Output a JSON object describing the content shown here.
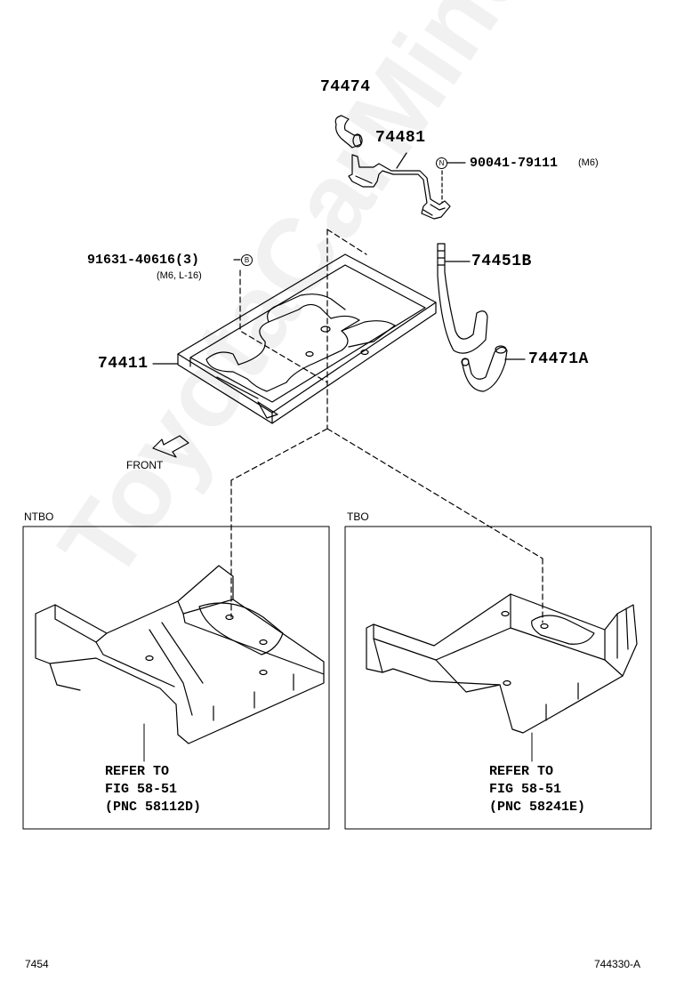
{
  "watermark": "ToyotaCarMine.ru",
  "parts": {
    "p74474": "74474",
    "p74481": "74481",
    "p90041": "90041-79111",
    "p90041_spec": "(M6)",
    "p90041_marker": "N",
    "p91631": "91631-40616(3)",
    "p91631_spec": "(M6, L-16)",
    "p91631_marker": "B",
    "p74451b": "74451B",
    "p74411": "74411",
    "p74471a": "74471A"
  },
  "front_label": "FRONT",
  "panels": {
    "left": {
      "tag": "NTBO",
      "refer": "REFER TO\nFIG 58-51\n(PNC 58112D)"
    },
    "right": {
      "tag": "TBO",
      "refer": "REFER TO\nFIG 58-51\n(PNC 58241E)"
    }
  },
  "footer": {
    "left": "7454",
    "right": "744330-A"
  }
}
